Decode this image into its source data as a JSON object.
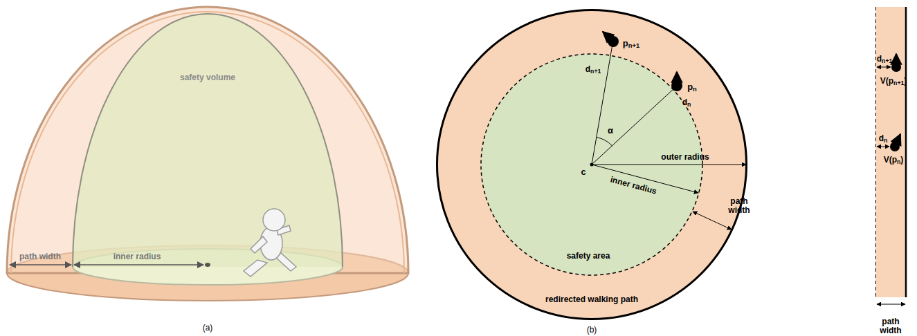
{
  "diagram": {
    "nodes": [
      {
        "text": [
          "safety volume"
        ]
      },
      {
        "text": [
          "redirected walking path"
        ]
      },
      {
        "text": [
          "safety area"
        ],
        "in": 1
      },
      {
        "text": [
          "path width"
        ]
      }
    ],
    "labels": [
      "path width",
      "inner radius",
      "(a)",
      "pn+1",
      "dn+1",
      "pn",
      "dn",
      "α",
      "c",
      "outer radius",
      "inner radius",
      "path width",
      "(b)",
      "dn+1",
      "V(pn+1)",
      "dn",
      "V(pn)"
    ]
  }
}
